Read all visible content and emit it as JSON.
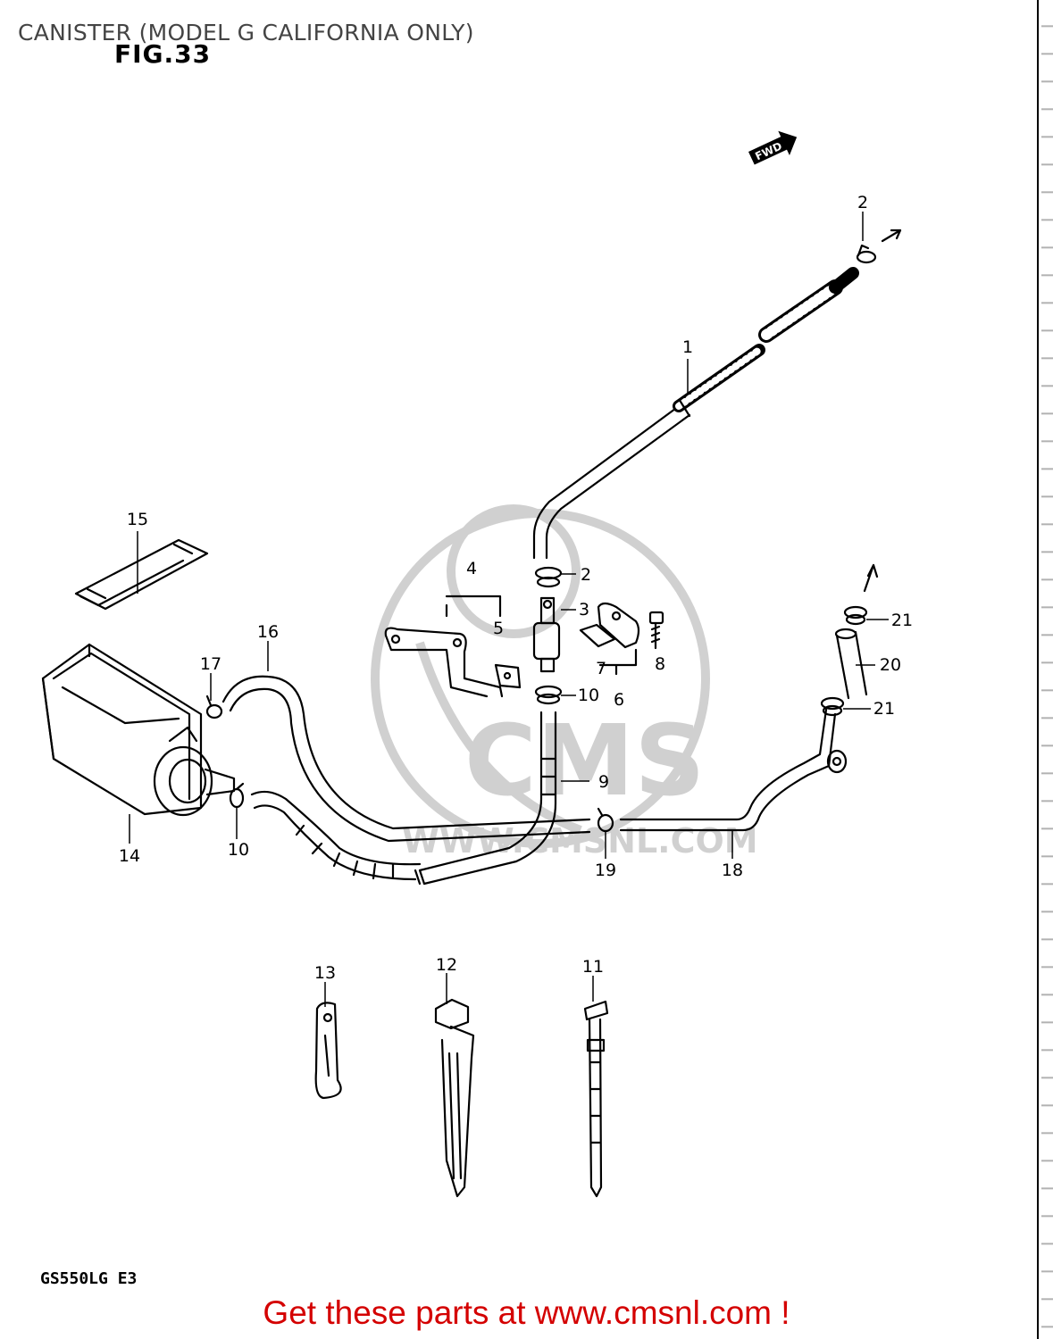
{
  "header": {
    "title": "CANISTER (MODEL G CALIFORNIA ONLY)",
    "figure": "FIG.33"
  },
  "diagram": {
    "direction_badge": "FWD",
    "watermark": {
      "brand": "CMS",
      "url": "WWW.CMSNL.COM"
    },
    "part_callouts": [
      "1",
      "2",
      "2",
      "3",
      "4",
      "5",
      "6",
      "7",
      "8",
      "9",
      "10",
      "10",
      "11",
      "12",
      "13",
      "14",
      "15",
      "16",
      "17",
      "18",
      "19",
      "20",
      "21",
      "21"
    ],
    "model_code": "GS550LG E3"
  },
  "footer": {
    "link_text": "Get these parts at www.cmsnl.com !",
    "link_color": "#d40000"
  }
}
